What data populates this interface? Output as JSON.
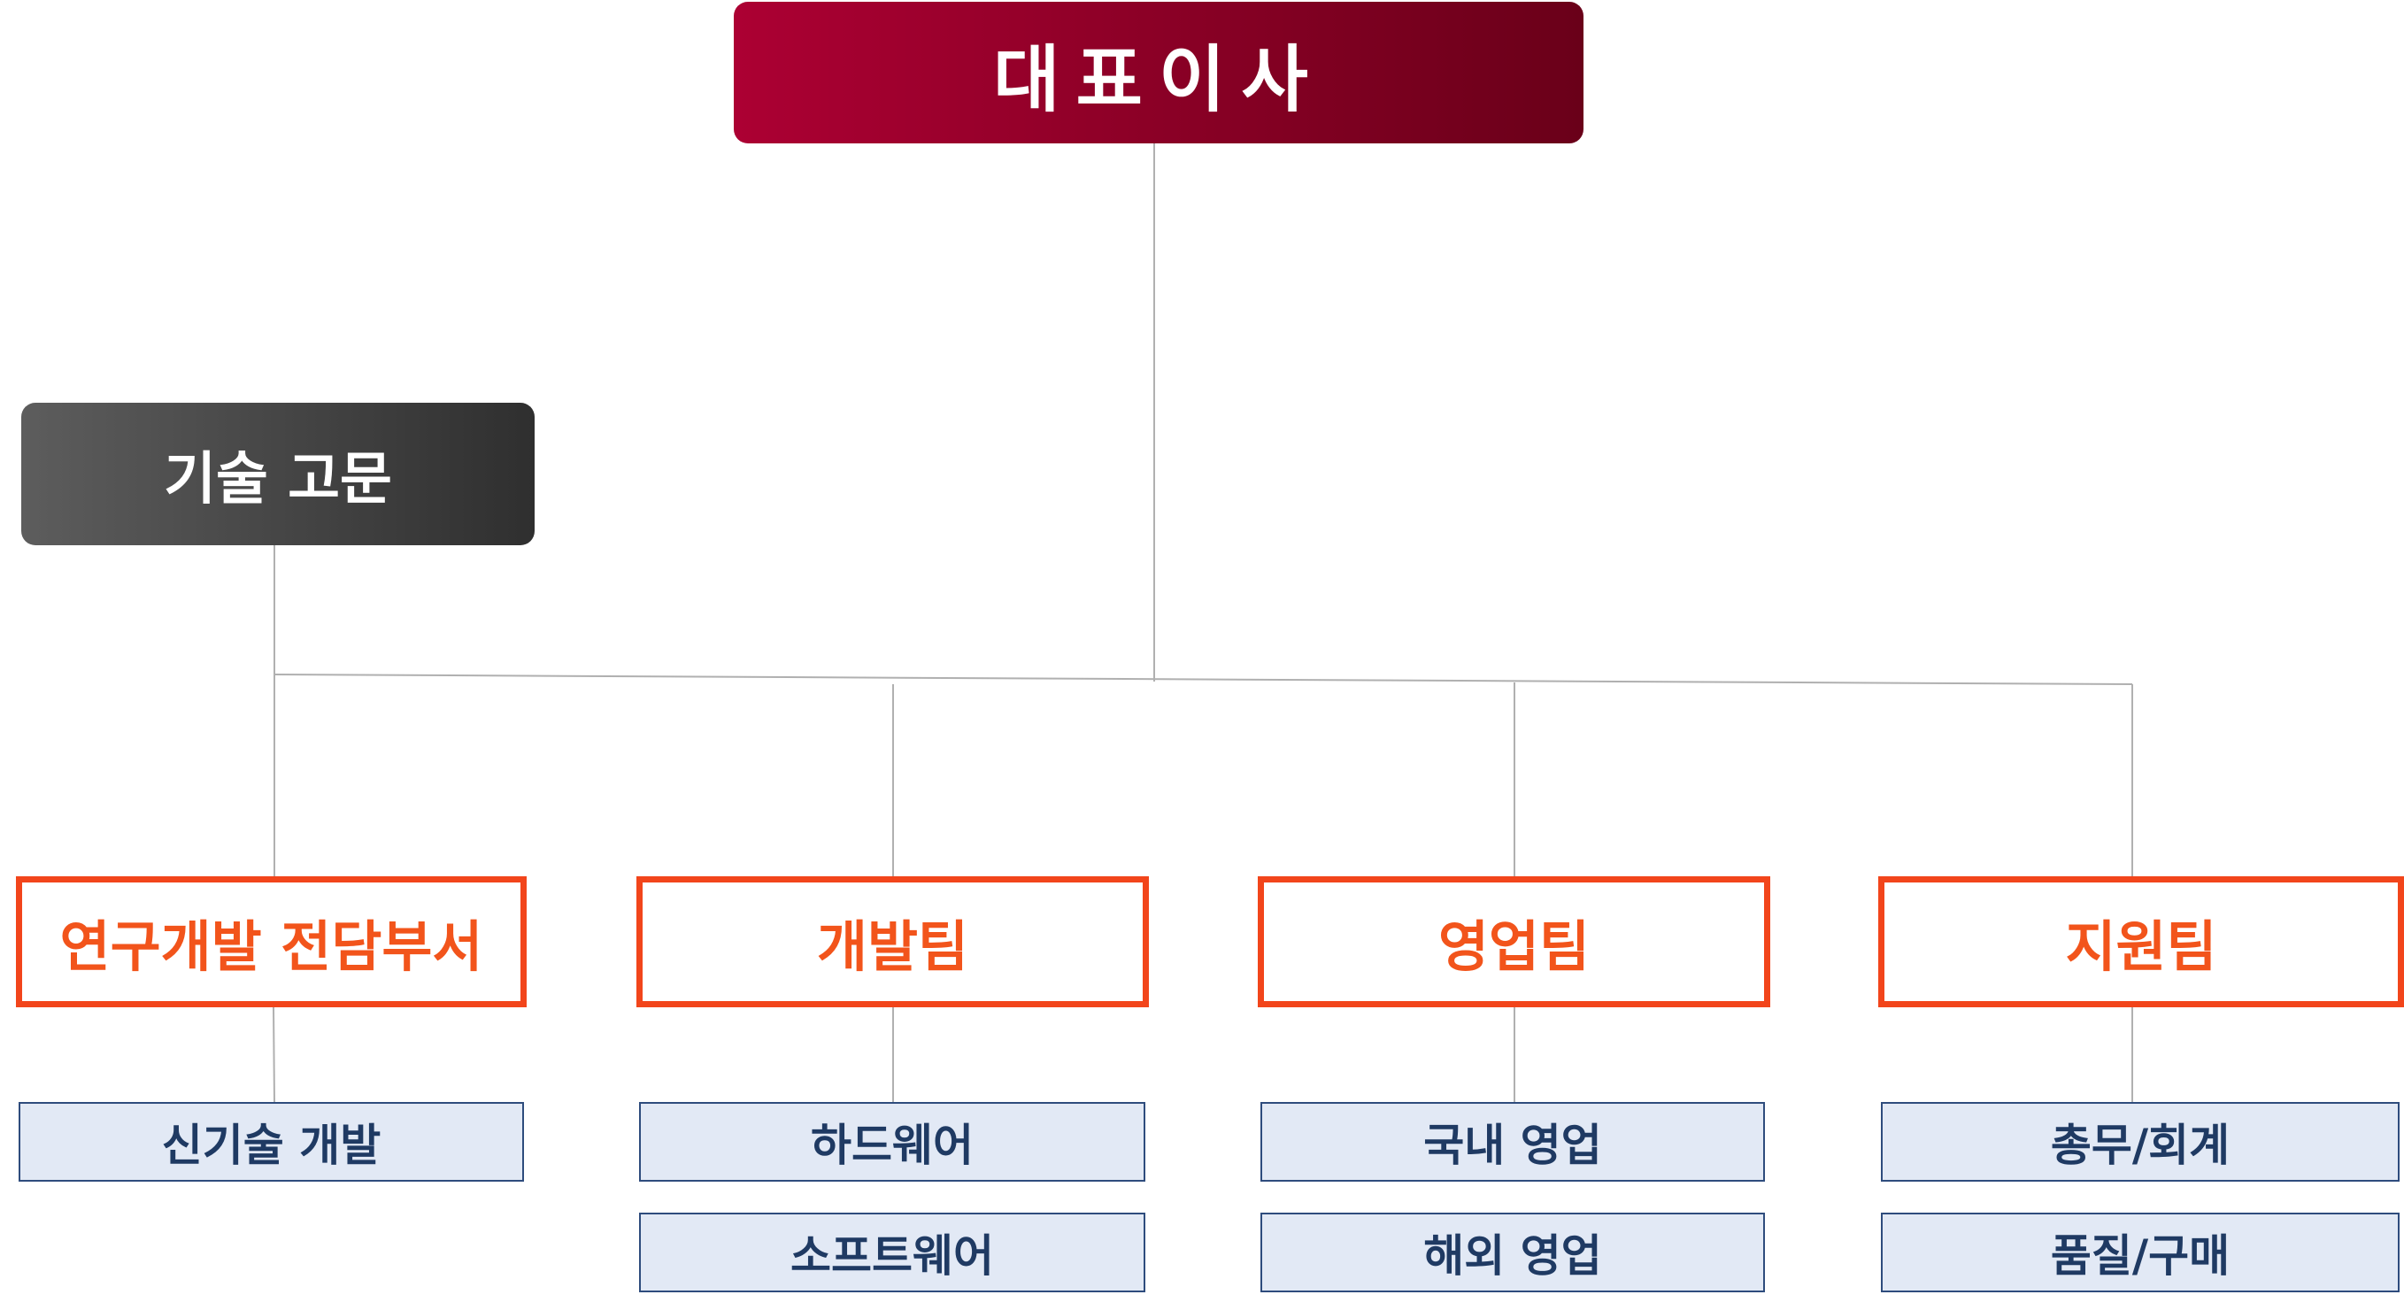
{
  "ceo": {
    "label": "대표이사"
  },
  "advisor": {
    "label": "기술 고문"
  },
  "departments": [
    {
      "label": "연구개발 전담부서",
      "subs": [
        "신기술 개발"
      ]
    },
    {
      "label": "개발팀",
      "subs": [
        "하드웨어",
        "소프트웨어"
      ]
    },
    {
      "label": "영업팀",
      "subs": [
        "국내 영업",
        "해외 영업"
      ]
    },
    {
      "label": "지원팀",
      "subs": [
        "총무/회계",
        "품질/구매"
      ]
    }
  ],
  "colors": {
    "ceo_gradient": [
      "#ac0033",
      "#6a0019"
    ],
    "advisor_gradient": [
      "#5d5d5d",
      "#2f2f2f"
    ],
    "dept_border": "#f2451b",
    "dept_text": "#f2541b",
    "sub_fill": "#e2e9f5",
    "sub_border": "#2e4c7d",
    "sub_text": "#1f3a63",
    "connector": "#b0b0b0"
  }
}
